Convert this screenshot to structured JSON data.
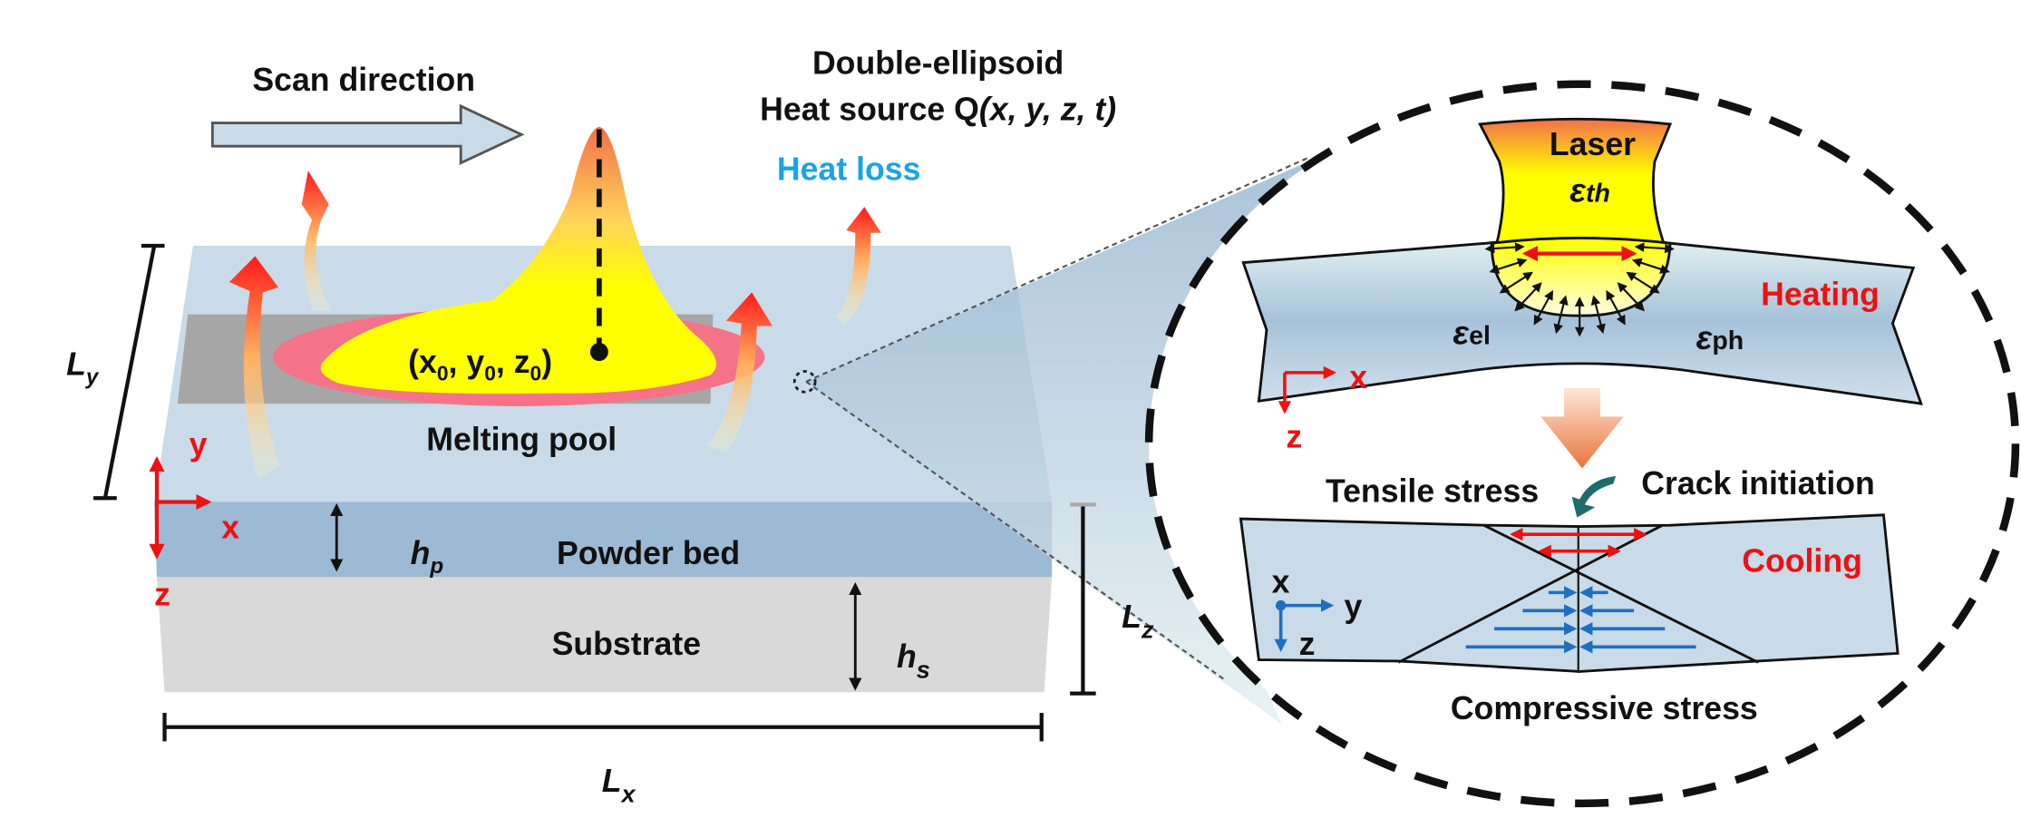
{
  "left": {
    "scan_direction": "Scan direction",
    "heat_source_line1": "Double-ellipsoid",
    "heat_source_line2_prefix": "Heat source Q",
    "heat_source_line2_args": "(x, y, z, t)",
    "heat_loss": "Heat loss",
    "center_point": "(x",
    "center_point_parts": [
      "(x",
      "0",
      ", y",
      "0",
      ", z",
      "0",
      ")"
    ],
    "melting_pool": "Melting pool",
    "powder_bed": "Powder bed",
    "substrate": "Substrate",
    "dims": {
      "Ly": {
        "main": "L",
        "sub": "y"
      },
      "Lx": {
        "main": "L",
        "sub": "x"
      },
      "Lz": {
        "main": "L",
        "sub": "z"
      },
      "hp": {
        "main": "h",
        "sub": "p"
      },
      "hs": {
        "main": "h",
        "sub": "s"
      }
    },
    "axes": {
      "x": "x",
      "y": "y",
      "z": "z"
    }
  },
  "right": {
    "laser": "Laser",
    "eps_th": {
      "main": "ε",
      "sub": "th"
    },
    "eps_el": {
      "main": "ε",
      "sub": "el"
    },
    "eps_ph": {
      "main": "ε",
      "sub": "ph"
    },
    "heating": "Heating",
    "cooling": "Cooling",
    "tensile_stress": "Tensile stress",
    "crack_initiation": "Crack initiation",
    "compressive_stress": "Compressive stress",
    "top_axes": {
      "x": "x",
      "z": "z"
    },
    "bottom_axes": {
      "x": "x",
      "y": "y",
      "z": "z"
    }
  },
  "colors": {
    "top_surface": "#c9dbe8",
    "powder_bed": "#9cbad3",
    "substrate": "#d9d9d9",
    "track": "#a6a6a6",
    "melt_yellow": "#ffff00",
    "melt_pink": "#f47388",
    "red_label": "#ee1111",
    "heat_loss_blue": "#1aa3e6",
    "compress_arrow": "#1f6fc0",
    "crack_arrow": "#1f6b6b"
  }
}
